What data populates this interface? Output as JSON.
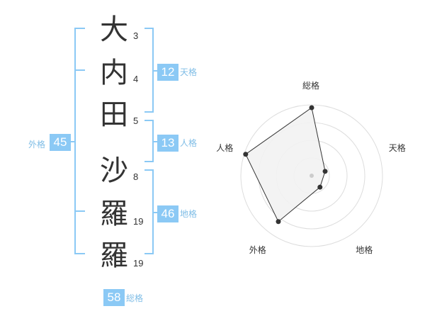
{
  "name": {
    "chars": [
      {
        "char": "大",
        "strokes": "3"
      },
      {
        "char": "内",
        "strokes": "4"
      },
      {
        "char": "田",
        "strokes": "5"
      },
      {
        "char": "沙",
        "strokes": "8"
      },
      {
        "char": "羅",
        "strokes": "19"
      },
      {
        "char": "羅",
        "strokes": "19"
      }
    ]
  },
  "kaku": {
    "tenkaku": {
      "value": "12",
      "label": "天格"
    },
    "jinkaku": {
      "value": "13",
      "label": "人格"
    },
    "chikaku": {
      "value": "46",
      "label": "地格"
    },
    "gaikaku": {
      "value": "45",
      "label": "外格"
    },
    "soukaku": {
      "value": "58",
      "label": "総格"
    }
  },
  "colors": {
    "accent": "#8bc9f5",
    "bracket": "#8bc9f5",
    "text": "#333333",
    "polygon_fill": "#f2f2f2"
  },
  "chart_data": {
    "type": "radar",
    "axes": [
      "総格",
      "天格",
      "地格",
      "外格",
      "人格"
    ],
    "values": [
      58,
      12,
      46,
      45,
      13
    ],
    "radial_fraction": [
      0.96,
      0.2,
      0.2,
      0.8,
      0.98
    ],
    "rings": 4,
    "grid": true
  }
}
